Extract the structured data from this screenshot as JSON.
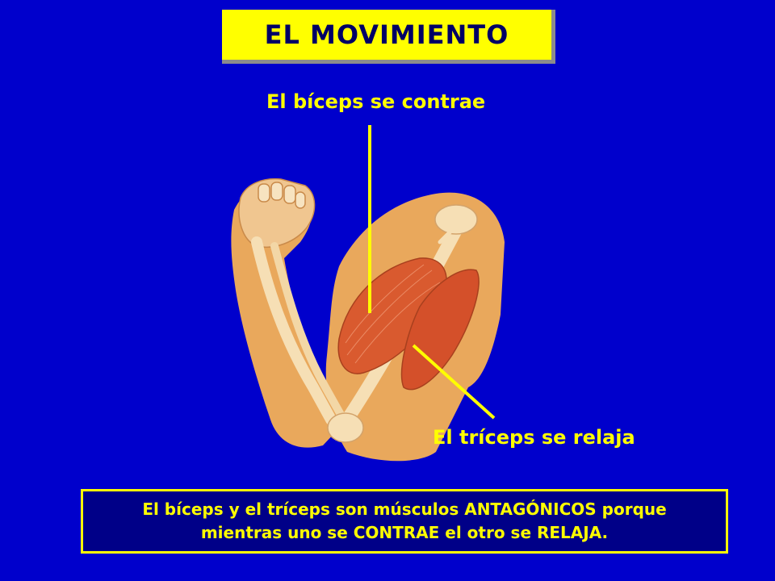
{
  "title": "EL MOVIMIENTO",
  "labels": {
    "biceps": "El bíceps se contrae",
    "triceps": "El tríceps se relaja"
  },
  "caption": {
    "line1": "El bíceps y el tríceps son músculos ANTAGÓNICOS porque",
    "line2": "mientras uno se CONTRAE el otro se RELAJA."
  },
  "colors": {
    "background": "#0000cc",
    "title_box": "#ffff00",
    "title_text": "#000066",
    "labels": "#ffff00",
    "skin": "#e9a85c",
    "bone": "#f6dfb5",
    "muscle": "#d95a2f"
  }
}
